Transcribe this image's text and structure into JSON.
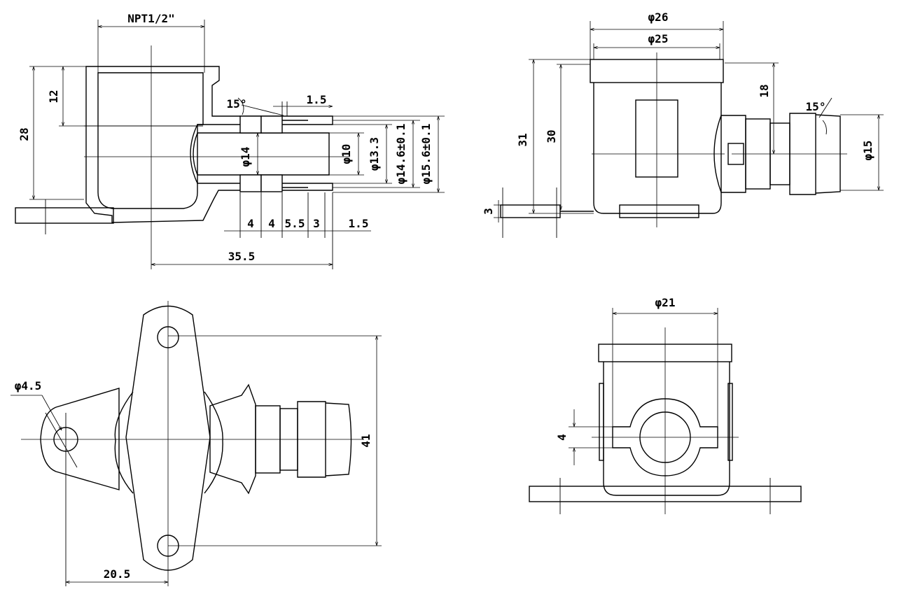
{
  "views": {
    "section_view": {
      "thread": "NPT1/2\"",
      "depth": "12",
      "height": "28",
      "angle": "15°",
      "groove": "1.5",
      "bore": "φ14",
      "inner": "φ10",
      "d1": "φ13.3",
      "d2": "φ14.6±0.1",
      "d3": "φ15.6±0.1",
      "s1": "4",
      "s2": "4",
      "s3": "5.5",
      "s4": "3",
      "s5": "1.5",
      "length": "35.5"
    },
    "side_view": {
      "d_outer": "φ26",
      "d_inner": "φ25",
      "h_total": "31",
      "h_body": "30",
      "offset": "18",
      "angle": "15°",
      "d_barb": "φ15",
      "flange": "3"
    },
    "top_view": {
      "hole": "φ4.5",
      "span": "41",
      "offset": "20.5"
    },
    "end_view": {
      "diameter": "φ21",
      "rib": "4"
    }
  }
}
